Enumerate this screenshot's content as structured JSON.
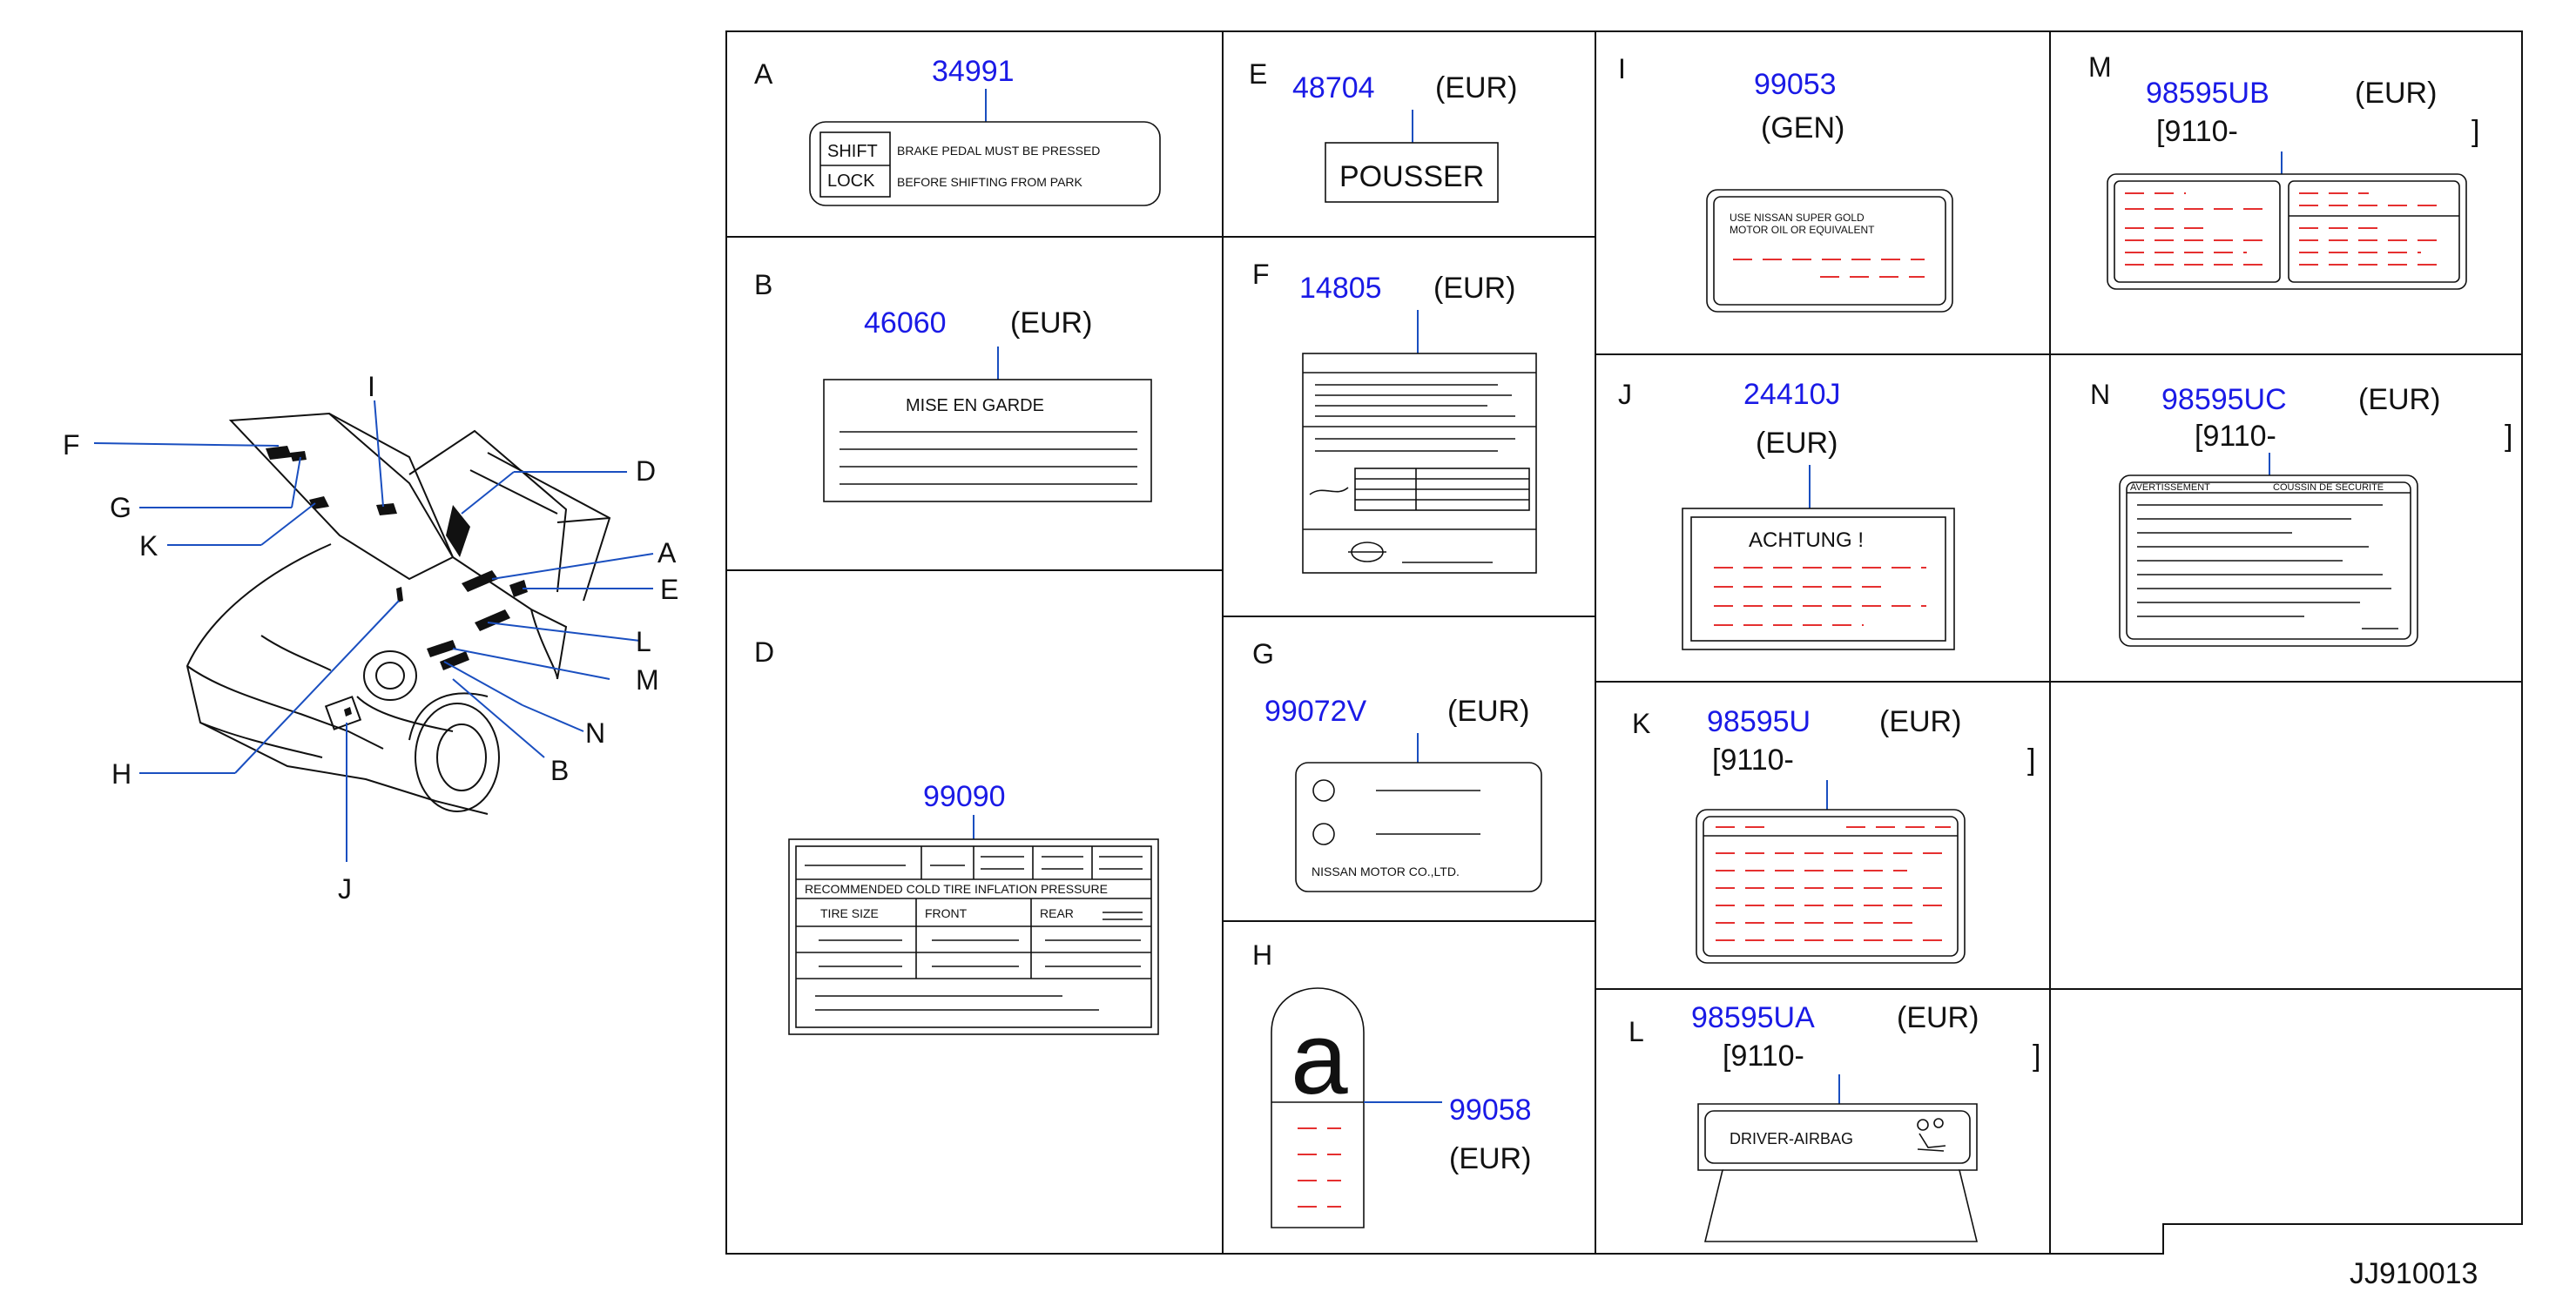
{
  "title": "JJ910013",
  "overview": {
    "callouts": [
      "F",
      "G",
      "K",
      "I",
      "D",
      "A",
      "E",
      "L",
      "M",
      "N",
      "B",
      "H",
      "J"
    ]
  },
  "panels": {
    "A": {
      "letter": "A",
      "part": "34991",
      "qualifier": "",
      "l1": "SHIFT",
      "l2": "LOCK",
      "t1": "BRAKE   PEDAL   MUST   BE   PRESSED",
      "t2": "BEFORE   SHIFTING   FROM   PARK"
    },
    "B": {
      "letter": "B",
      "part": "46060",
      "qualifier": "(EUR)",
      "t1": "MISE   EN   GARDE"
    },
    "D": {
      "letter": "D",
      "part": "99090",
      "qualifier": "",
      "t1": "RECOMMENDED   COLD   TIRE   INFLATION   PRESSURE",
      "t2": "TIRE   SIZE",
      "t3": "FRONT",
      "t4": "REAR"
    },
    "E": {
      "letter": "E",
      "part": "48704",
      "qualifier": "(EUR)",
      "t1": "POUSSER"
    },
    "F": {
      "letter": "F",
      "part": "14805",
      "qualifier": "(EUR)"
    },
    "G": {
      "letter": "G",
      "part": "99072V",
      "qualifier": "(EUR)",
      "t1": "NISSAN   MOTOR   CO.,LTD."
    },
    "H": {
      "letter": "H",
      "part": "99058",
      "qualifier": "(EUR)",
      "glyph": "a"
    },
    "I": {
      "letter": "I",
      "part": "99053",
      "qualifier": "(GEN)",
      "t1": "USE     NISSAN     SUPER     GOLD",
      "t2": "MOTOR     OIL     OR     EQUIVALENT"
    },
    "J": {
      "letter": "J",
      "part": "24410J",
      "qualifier": "(EUR)",
      "t1": "ACHTUNG   !"
    },
    "K": {
      "letter": "K",
      "part": "98595U",
      "qualifier": "(EUR)",
      "range": "[9110-",
      "close": "]"
    },
    "L": {
      "letter": "L",
      "part": "98595UA",
      "qualifier": "(EUR)",
      "range": "[9110-",
      "close": "]",
      "t1": "DRIVER-AIRBAG"
    },
    "M": {
      "letter": "M",
      "part": "98595UB",
      "qualifier": "(EUR)",
      "range": "[9110-",
      "close": "]"
    },
    "N": {
      "letter": "N",
      "part": "98595UC",
      "qualifier": "(EUR)",
      "range": "[9110-",
      "close": "]",
      "t1": "AVERTISSEMENT",
      "t2": "COUSSIN DE SECURITE"
    }
  },
  "colors": {
    "part_number": "#1a1ae6",
    "leader": "#1a4fc0",
    "dashes": "#e53030"
  }
}
